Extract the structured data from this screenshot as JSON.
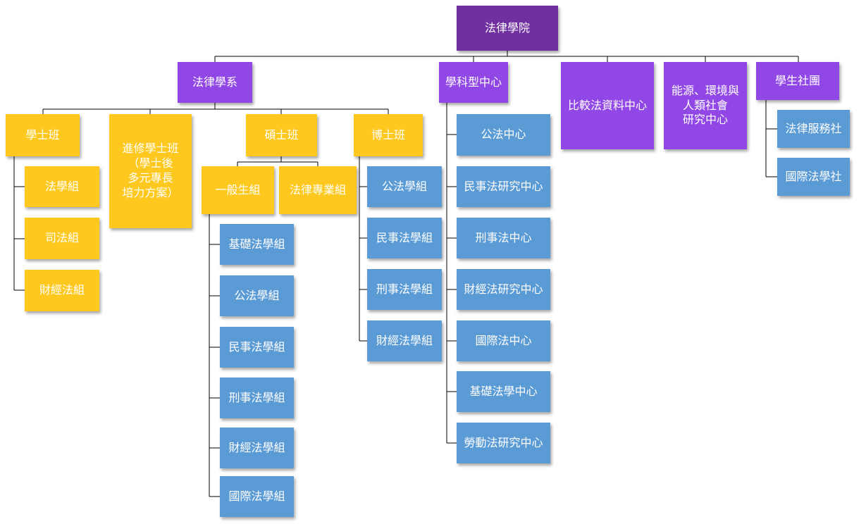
{
  "colors": {
    "root": "#7030a0",
    "dept": "#9147e6",
    "gold": "#ffc81e",
    "blue": "#5b9bd5",
    "line": "#000000"
  },
  "root": {
    "label": "法律學院"
  },
  "depts": [
    {
      "label": "法律學系"
    },
    {
      "label": "學科型中心"
    },
    {
      "label": "比較法資料中心"
    },
    {
      "label": "能源、環境與\n人類社會\n研究中心"
    },
    {
      "label": "學生社團"
    }
  ],
  "law_dept": {
    "bachelor": {
      "label": "學士班",
      "groups": [
        "法學組",
        "司法組",
        "財經法組"
      ]
    },
    "continuing": {
      "label": "進修學士班\n（學士後\n多元專長\n培力方案）"
    },
    "master": {
      "label": "碩士班",
      "general": {
        "label": "一般生組",
        "groups": [
          "基礎法學組",
          "公法學組",
          "民事法學組",
          "刑事法學組",
          "財經法學組",
          "國際法學組"
        ]
      },
      "professional": {
        "label": "法律專業組"
      }
    },
    "doctoral": {
      "label": "博士班",
      "groups": [
        "公法學組",
        "民事法學組",
        "刑事法學組",
        "財經法學組"
      ]
    }
  },
  "centers": [
    "公法中心",
    "民事法研究中心",
    "刑事法中心",
    "財經法研究中心",
    "國際法中心",
    "基礎法學中心",
    "勞動法研究中心"
  ],
  "clubs": [
    "法律服務社",
    "國際法學社"
  ]
}
